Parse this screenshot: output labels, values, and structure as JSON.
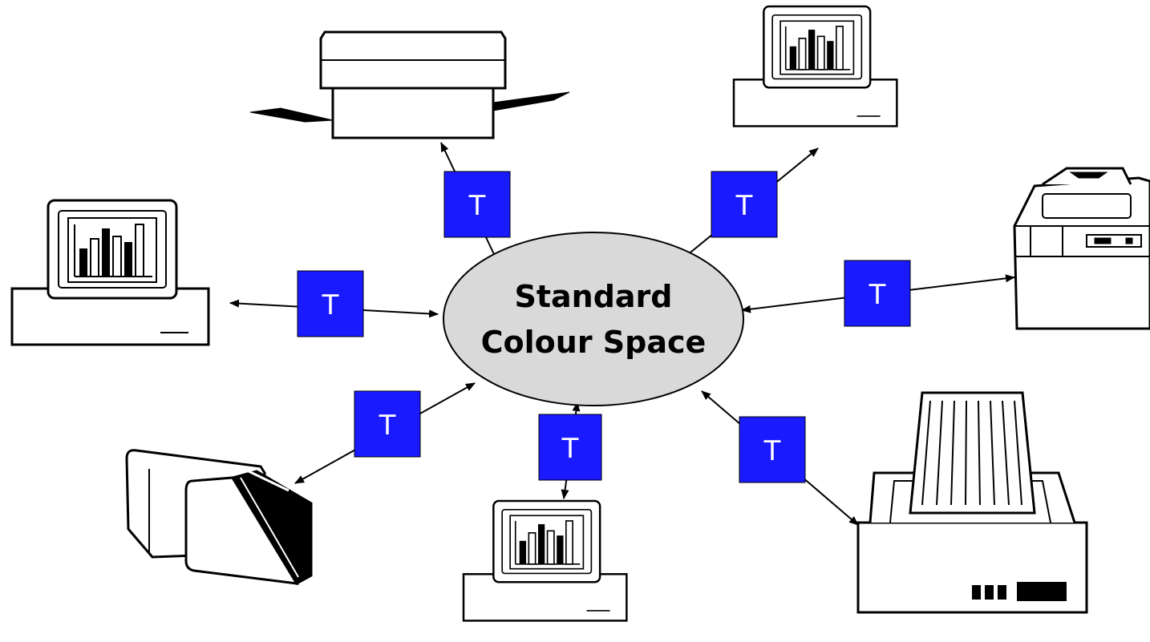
{
  "hub": {
    "line1": "Standard",
    "line2": "Colour Space"
  },
  "transform_label": "T",
  "colors": {
    "transform_box": "#1a1aff",
    "hub_fill": "#d9d9d9",
    "line": "#000000",
    "background": "#ffffff"
  },
  "devices": [
    {
      "name": "monitor-left",
      "icon": "monitor-icon"
    },
    {
      "name": "flatbed-scanner-top",
      "icon": "flatbed-scanner-icon"
    },
    {
      "name": "monitor-top-right",
      "icon": "monitor-icon"
    },
    {
      "name": "printer-right",
      "icon": "printer-icon"
    },
    {
      "name": "line-printer-bottom-right",
      "icon": "line-printer-icon"
    },
    {
      "name": "monitor-bottom",
      "icon": "monitor-icon"
    },
    {
      "name": "film-scanner-bottom-left",
      "icon": "film-scanner-icon"
    }
  ]
}
